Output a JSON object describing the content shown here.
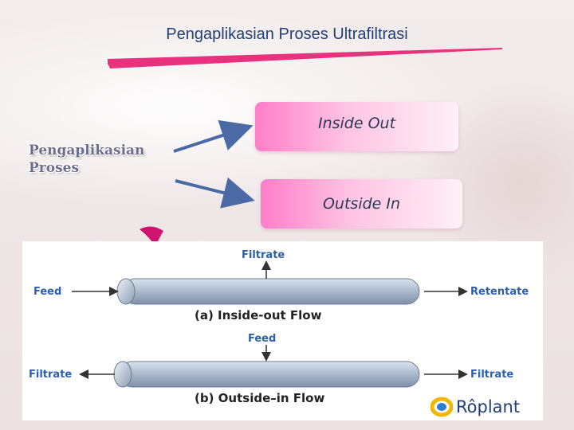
{
  "slide": {
    "title": "Pengaplikasian Proses Ultrafiltrasi",
    "side_label_line1": "Pengaplikasian",
    "side_label_line2": "Proses"
  },
  "options": [
    {
      "label": "Inside Out"
    },
    {
      "label": "Outside In"
    }
  ],
  "figure": {
    "top": {
      "filtrate": "Filtrate",
      "feed": "Feed",
      "retentate": "Retentate",
      "caption": "(a) Inside-out Flow"
    },
    "bottom": {
      "feed": "Feed",
      "filtrate_left": "Filtrate",
      "filtrate_right": "Filtrate",
      "caption": "(b) Outside–in Flow"
    },
    "brand": "Rôplant"
  },
  "colors": {
    "title": "#1f3f7a",
    "accent_line": "#e8327e",
    "box_gradient_start": "#ff7ec8",
    "arrow": "#4a6aa6",
    "figure_label": "#2d5fb0",
    "tube": "#b7c4d4"
  }
}
